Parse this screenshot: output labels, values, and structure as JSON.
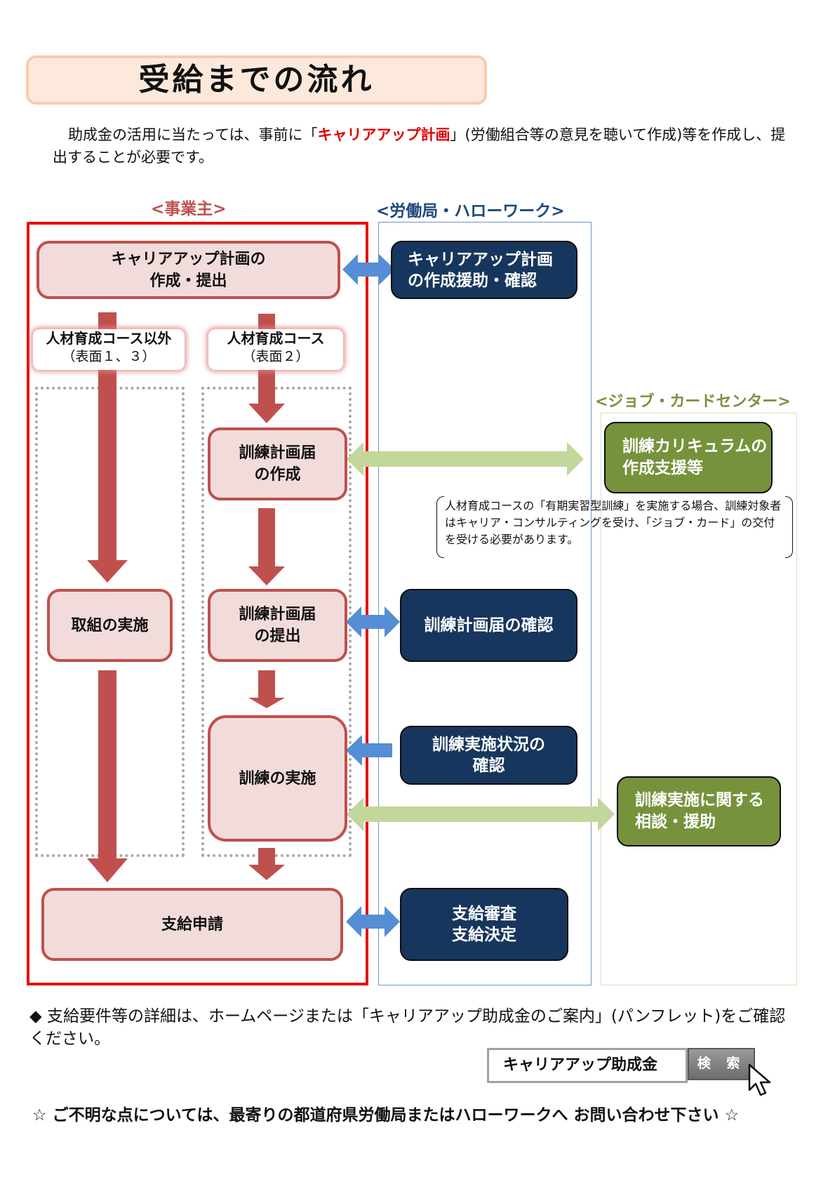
{
  "title": "受給までの流れ",
  "intro": {
    "before": "助成金の活用に当たっては、事前に「",
    "highlight": "キャリアアップ計画",
    "after": "」(労働組合等の意見を聴いて作成)等を作成し、提出することが必要です。"
  },
  "lanes": {
    "employer": "<事業主>",
    "labor": "<労働局・ハローワーク>",
    "jobcard": "<ジョブ・カードセンター>"
  },
  "employer": {
    "plan_line1": "キャリアアップ計画の",
    "plan_line2": "作成・提出",
    "course_other_title": "人材育成コース以外",
    "course_other_sub": "（表面１、３）",
    "course_hr_title": "人材育成コース",
    "course_hr_sub": "（表面２）",
    "training_plan_create_1": "訓練計画届",
    "training_plan_create_2": "の作成",
    "initiative": "取組の実施",
    "training_plan_submit_1": "訓練計画届",
    "training_plan_submit_2": "の提出",
    "training_exec": "訓練の実施",
    "application": "支給申請"
  },
  "labor": {
    "plan_support_1": "キャリアアップ計画",
    "plan_support_2": "の作成援助・確認",
    "plan_confirm": "訓練計画届の確認",
    "status_confirm_1": "訓練実施状況の",
    "status_confirm_2": "確認",
    "decision_1": "支給審査",
    "decision_2": "支給決定"
  },
  "jobcard": {
    "curriculum_1": "訓練カリキュラムの",
    "curriculum_2": "作成支援等",
    "consult_1": "訓練実施に関する",
    "consult_2": "相談・援助",
    "note": "人材育成コースの「有期実習型訓練」を実施する場合、訓練対象者はキャリア・コンサルティングを受け、「ジョブ・カード」の交付を受ける必要があります。"
  },
  "footer": {
    "details": "◆ 支給要件等の詳細は、ホームページまたは「キャリアアップ助成金のご案内」(パンフレット)をご確認ください。",
    "search_value": "キャリアアップ助成金",
    "search_button": "検 索",
    "contact": "☆ ご不明な点については、最寄りの都道府県労働局またはハローワークへ お問い合わせ下さい ☆"
  },
  "colors": {
    "employer_accent": "#c0504d",
    "labor_accent": "#17365d",
    "jobcard_accent": "#76923c",
    "highlight_red": "#e00000"
  }
}
